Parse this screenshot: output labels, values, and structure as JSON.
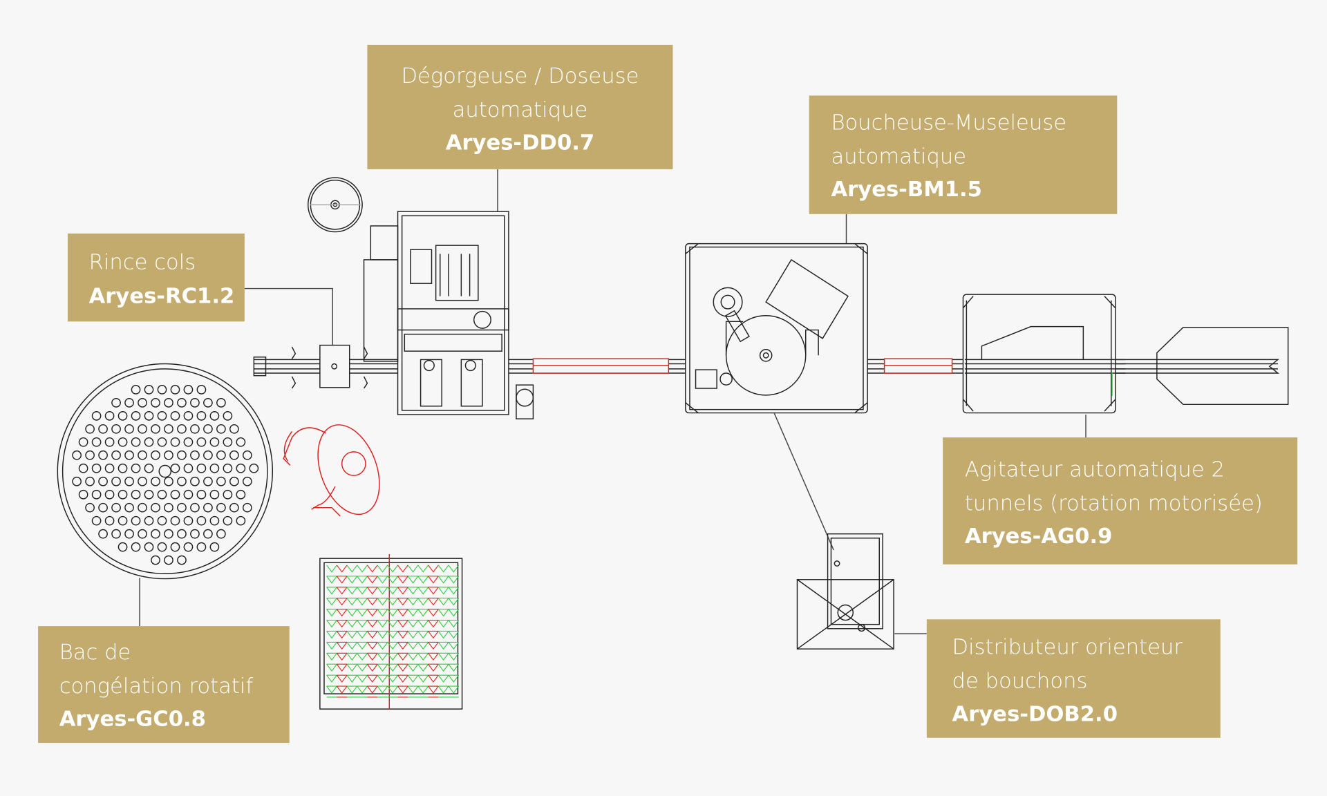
{
  "labels": {
    "dd": {
      "lines": [
        "Dégorgeuse / Doseuse",
        "automatique"
      ],
      "model": "Aryes-DD0.7"
    },
    "bm": {
      "lines": [
        "Boucheuse-Museleuse",
        "automatique"
      ],
      "model": "Aryes-BM1.5"
    },
    "rc": {
      "lines": [
        "Rince cols"
      ],
      "model": "Aryes-RC1.2"
    },
    "ag": {
      "lines": [
        "Agitateur automatique 2",
        "tunnels (rotation motorisée)"
      ],
      "model": "Aryes-AG0.9"
    },
    "gc": {
      "lines": [
        "Bac de",
        "congélation rotatif"
      ],
      "model": "Aryes-GC0.8"
    },
    "dob": {
      "lines": [
        "Distributeur orienteur",
        "de bouchons"
      ],
      "model": "Aryes-DOB2.0"
    }
  },
  "colors": {
    "label_bg": "#c3ab6e",
    "line": "#222222",
    "highlight": "#e02020",
    "grid_green": "#2ecc40"
  }
}
